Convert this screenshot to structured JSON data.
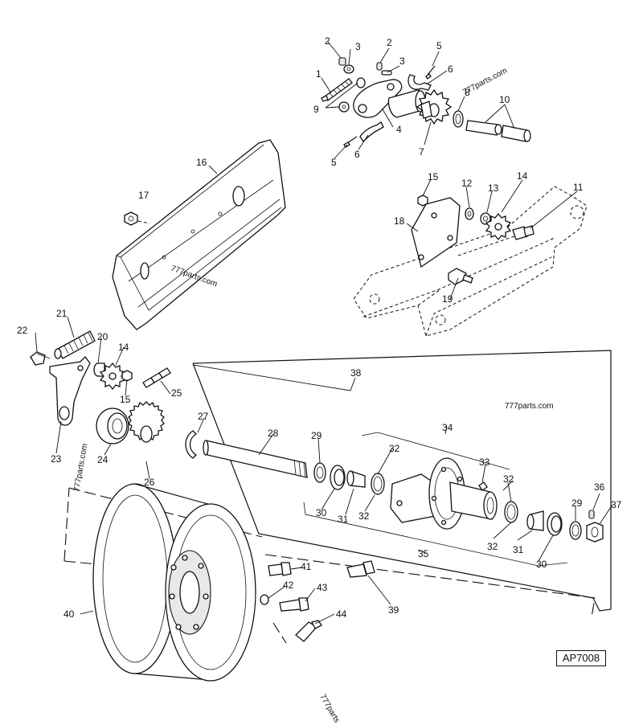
{
  "diagram": {
    "reference_code": "AP7008",
    "watermark_text": "777parts.com",
    "watermark_cut": "777parts",
    "callouts": {
      "c1": "1",
      "c2a": "2",
      "c2b": "2",
      "c3a": "3",
      "c3b": "3",
      "c4": "4",
      "c5a": "5",
      "c5b": "5",
      "c6a": "6",
      "c6b": "6",
      "c7": "7",
      "c8": "8",
      "c9": "9",
      "c10": "10",
      "c11": "11",
      "c12": "12",
      "c13": "13",
      "c14a": "14",
      "c14b": "14",
      "c15a": "15",
      "c15b": "15",
      "c16": "16",
      "c17": "17",
      "c18": "18",
      "c19": "19",
      "c20": "20",
      "c21": "21",
      "c22": "22",
      "c23": "23",
      "c24": "24",
      "c25": "25",
      "c26": "26",
      "c27": "27",
      "c28": "28",
      "c29a": "29",
      "c29b": "29",
      "c30a": "30",
      "c30b": "30",
      "c31a": "31",
      "c31b": "31",
      "c32a": "32",
      "c32b": "32",
      "c32c": "32",
      "c32d": "32",
      "c33": "33",
      "c34": "34",
      "c35": "35",
      "c36": "36",
      "c37": "37",
      "c38": "38",
      "c39": "39",
      "c40": "40",
      "c41": "41",
      "c42": "42",
      "c43": "43",
      "c44": "44"
    }
  }
}
